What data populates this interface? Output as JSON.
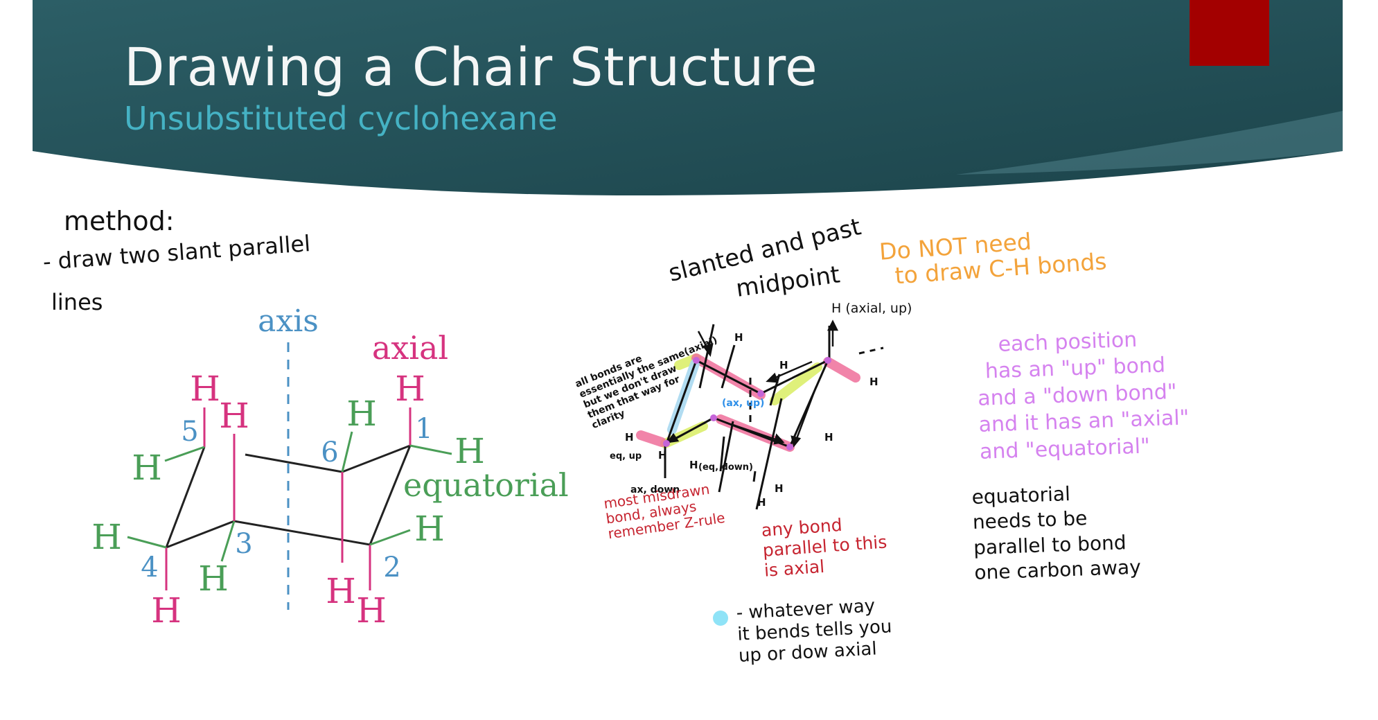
{
  "header": {
    "title": "Drawing a Chair Structure",
    "subtitle": "Unsubstituted cyclohexane",
    "colors": {
      "band_top": "#2a5a63",
      "band_bottom": "#1f4a51",
      "title": "#f4f6f6",
      "subtitle": "#45b2c4",
      "accent": "#a30000"
    }
  },
  "notes": {
    "method_heading": "method:",
    "method_step_line1": "- draw  two slant parallel",
    "method_step_line2": "lines",
    "slanted_line1": "slanted and past",
    "slanted_line2": "midpoint",
    "h_axial_up": "H (axial, up)",
    "do_not_need_line1": "Do NOT need",
    "do_not_need_line2": "to draw C-H bonds",
    "all_bonds_line1": "all bonds are",
    "all_bonds_line2": "essentially the same(axial)",
    "all_bonds_line3": "but we don't draw",
    "all_bonds_line4": "them that way for",
    "all_bonds_line5": "clarity",
    "ax_up_label": "(ax, up)",
    "eq_up_label": "eq, up",
    "ax_down_label": "ax, down",
    "eq_down_label": "(eq, down)",
    "most_misdrawn_line1": "most misdrawn",
    "most_misdrawn_line2": "bond, always",
    "most_misdrawn_line3": "remember Z-rule",
    "any_bond_line1": "any bond",
    "any_bond_line2": "parallel to this",
    "any_bond_line3": "is axial",
    "whatever_line1": "- whatever way",
    "whatever_line2": "it bends tells you",
    "whatever_line3": "up or dow axial",
    "each_position_line1": "each position",
    "each_position_line2": "has an \"up\" bond",
    "each_position_line3": "and a \"down bond\"",
    "each_position_line4": "and it has an \"axial\"",
    "each_position_line5": "and \"equatorial\"",
    "equatorial_line1": "equatorial",
    "equatorial_line2": "needs to be",
    "equatorial_line3": "parallel to bond",
    "equatorial_line4": "one carbon away"
  },
  "figure": {
    "axis_label": "axis",
    "axial_label": "axial",
    "equatorial_label": "equatorial",
    "atom_symbol": "H",
    "carbon_numbers": [
      "1",
      "2",
      "3",
      "4",
      "5",
      "6"
    ],
    "colors": {
      "axial": "#d6337f",
      "equatorial": "#4a9e57",
      "numbers": "#4b91c4",
      "axis": "#4b91c4",
      "bonds": "#222222"
    }
  },
  "sketch": {
    "atom_symbol": "H",
    "colors": {
      "ink": "#111111",
      "yellow": "#dff07a",
      "pink": "#ef6f9a",
      "blue": "#a8d8f0",
      "cyan_dot": "#8fe3f7",
      "purple_dot": "#c565d8",
      "label_blue": "#2e8fe8"
    }
  }
}
